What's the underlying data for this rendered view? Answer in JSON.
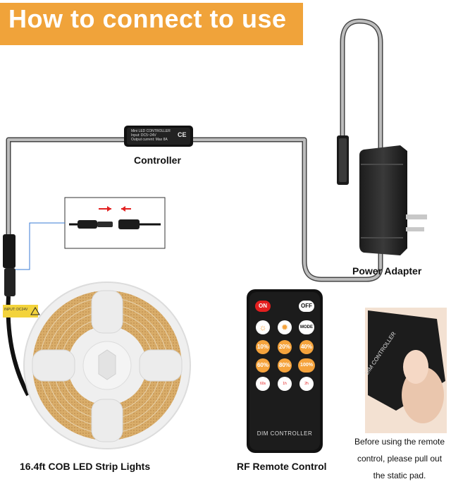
{
  "banner": {
    "title": "How to connect to use",
    "color": "#f0a33a"
  },
  "labels": {
    "controller": "Controller",
    "adapter": "Power Adapter",
    "strip": "16.4ft COB LED Strip Lights",
    "remote": "RF Remote Control"
  },
  "controller_device": {
    "line1": "Mini LED CONTROLLER",
    "line2": "Input: DC5~24V",
    "line3": "Output current: Max 8A",
    "mark": "CE"
  },
  "strip_tag": "INPUT: DC24V",
  "remote": {
    "rows": [
      [
        "ON",
        "OFF"
      ],
      [
        "sun-dim-icon",
        "sun-bright-icon",
        "MODE"
      ],
      [
        "10%",
        "20%",
        "40%"
      ],
      [
        "60%",
        "80%",
        "100%"
      ],
      [
        "timer-60s",
        "timer-1h",
        "timer-2h"
      ]
    ],
    "timers": [
      "60s",
      "1h",
      "2h"
    ],
    "label": "DIM CONTROLLER",
    "percent_color": "#f5a33c"
  },
  "remote_photo": {
    "label": "DIM CONTROLLER"
  },
  "note": {
    "line1": "Before using the remote",
    "line2": "control, please pull out",
    "line3": "the static pad."
  }
}
